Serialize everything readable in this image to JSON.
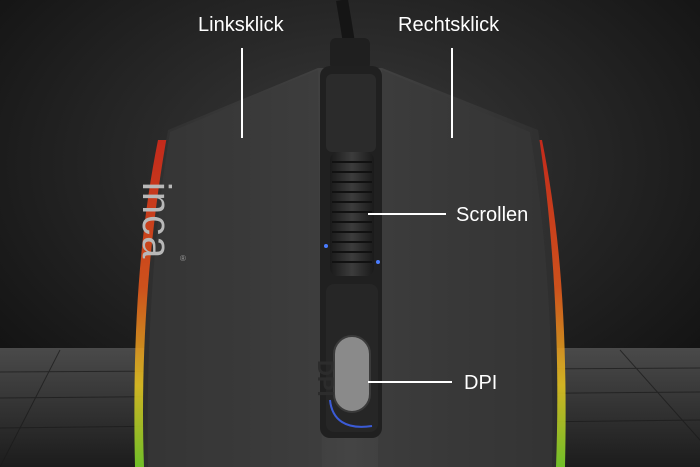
{
  "brand": {
    "name": "inca",
    "registered_mark": "®"
  },
  "button_print": "DPI",
  "colors": {
    "background": "#1a1a1a",
    "mouse_body": "#3d3d3d",
    "label_text": "#ffffff",
    "rgb_glow_top": "#d42a1a",
    "rgb_glow_bottom": "#7ad12a"
  },
  "callouts": [
    {
      "id": "left-click",
      "label": "Linksklick"
    },
    {
      "id": "right-click",
      "label": "Rechtsklick"
    },
    {
      "id": "scroll",
      "label": "Scrollen"
    },
    {
      "id": "dpi",
      "label": "DPI"
    }
  ]
}
